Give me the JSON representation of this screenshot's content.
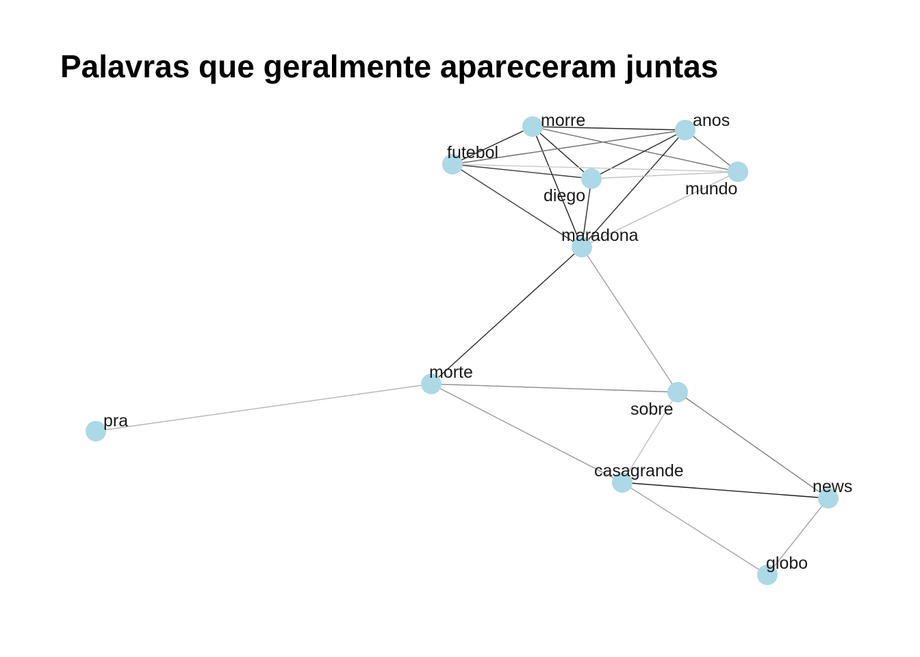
{
  "title": "Palavras que geralmente apareceram juntas",
  "node_color": "#add8e6",
  "nodes": [
    {
      "id": "morre",
      "label": "morre"
    },
    {
      "id": "anos",
      "label": "anos"
    },
    {
      "id": "futebol",
      "label": "futebol"
    },
    {
      "id": "diego",
      "label": "diego"
    },
    {
      "id": "mundo",
      "label": "mundo"
    },
    {
      "id": "maradona",
      "label": "maradona"
    },
    {
      "id": "morte",
      "label": "morte"
    },
    {
      "id": "sobre",
      "label": "sobre"
    },
    {
      "id": "pra",
      "label": "pra"
    },
    {
      "id": "casagrande",
      "label": "casagrande"
    },
    {
      "id": "news",
      "label": "news"
    },
    {
      "id": "globo",
      "label": "globo"
    }
  ],
  "edges": [
    {
      "source": "morre",
      "target": "anos",
      "color": "#2a2a2a"
    },
    {
      "source": "morre",
      "target": "futebol",
      "color": "#2a2a2a"
    },
    {
      "source": "morre",
      "target": "diego",
      "color": "#1e1e1e"
    },
    {
      "source": "morre",
      "target": "maradona",
      "color": "#1e1e1e"
    },
    {
      "source": "morre",
      "target": "mundo",
      "color": "#707070"
    },
    {
      "source": "anos",
      "target": "futebol",
      "color": "#5a5a5a"
    },
    {
      "source": "anos",
      "target": "diego",
      "color": "#2a2a2a"
    },
    {
      "source": "anos",
      "target": "maradona",
      "color": "#2a2a2a"
    },
    {
      "source": "anos",
      "target": "mundo",
      "color": "#707070"
    },
    {
      "source": "futebol",
      "target": "diego",
      "color": "#3a3a3a"
    },
    {
      "source": "futebol",
      "target": "maradona",
      "color": "#3a3a3a"
    },
    {
      "source": "futebol",
      "target": "mundo",
      "color": "#c8c8c8"
    },
    {
      "source": "futebol",
      "target": "anos",
      "color": "#7a7a7a"
    },
    {
      "source": "diego",
      "target": "maradona",
      "color": "#2a2a2a"
    },
    {
      "source": "diego",
      "target": "mundo",
      "color": "#c0c0c0"
    },
    {
      "source": "maradona",
      "target": "mundo",
      "color": "#c0c0c0"
    },
    {
      "source": "maradona",
      "target": "morte",
      "color": "#2a2a2a"
    },
    {
      "source": "maradona",
      "target": "sobre",
      "color": "#a0a0a0"
    },
    {
      "source": "morte",
      "target": "pra",
      "color": "#b4b4b4"
    },
    {
      "source": "morte",
      "target": "sobre",
      "color": "#8c8c8c"
    },
    {
      "source": "morte",
      "target": "casagrande",
      "color": "#9a9a9a"
    },
    {
      "source": "sobre",
      "target": "casagrande",
      "color": "#c0c0c0"
    },
    {
      "source": "sobre",
      "target": "news",
      "color": "#808080"
    },
    {
      "source": "casagrande",
      "target": "news",
      "color": "#1e1e1e"
    },
    {
      "source": "casagrande",
      "target": "globo",
      "color": "#a8a8a8"
    },
    {
      "source": "news",
      "target": "globo",
      "color": "#a0a0a0"
    }
  ]
}
